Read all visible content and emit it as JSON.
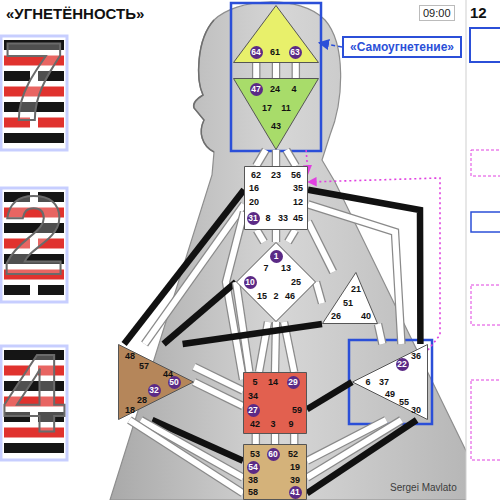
{
  "diagram": {
    "title": "«УГНЕТЁННОСТЬ»",
    "nodes": [
      {
        "text": [
          "64",
          "61",
          "63"
        ]
      },
      {
        "text": [
          "47",
          "24",
          "4",
          "17",
          "11",
          "43"
        ]
      },
      {
        "text": [
          "62",
          "23",
          "56",
          "16",
          "35",
          "20",
          "12",
          "31",
          "8",
          "33",
          "45"
        ]
      },
      {
        "text": [
          "1",
          "7",
          "13",
          "10",
          "25",
          "15",
          "2",
          "46"
        ]
      },
      {
        "text": [
          "21",
          "51",
          "26",
          "40"
        ]
      },
      {
        "text": [
          "48",
          "57",
          "44",
          "50",
          "32",
          "28",
          "18"
        ]
      },
      {
        "text": [
          "36",
          "22",
          "6",
          "37",
          "49",
          "55",
          "30"
        ]
      },
      {
        "text": [
          "5",
          "14",
          "29",
          "34",
          "27",
          "59",
          "42",
          "3",
          "9"
        ]
      },
      {
        "text": [
          "53",
          "60",
          "52",
          "54",
          "19",
          "38",
          "39",
          "58",
          "41"
        ]
      },
      {
        "text": [
          "«Самоугнетение»"
        ]
      }
    ],
    "edges": [
      {
        "from": 0,
        "to": 1,
        "arrow": "none"
      },
      {
        "from": 0,
        "to": 1,
        "arrow": "none"
      },
      {
        "from": 0,
        "to": 1,
        "arrow": "none"
      },
      {
        "from": 1,
        "to": 2,
        "arrow": "none"
      },
      {
        "from": 1,
        "to": 2,
        "arrow": "none"
      },
      {
        "from": 1,
        "to": 2,
        "arrow": "none"
      },
      {
        "from": 2,
        "to": 3,
        "arrow": "none"
      },
      {
        "from": 2,
        "to": 3,
        "arrow": "none"
      },
      {
        "from": 2,
        "to": 3,
        "arrow": "none"
      },
      {
        "from": 2,
        "to": 4,
        "arrow": "none"
      },
      {
        "from": 2,
        "to": 6,
        "arrow": "none"
      },
      {
        "from": 2,
        "to": 6,
        "arrow": "none"
      },
      {
        "from": 2,
        "to": 5,
        "arrow": "none"
      },
      {
        "from": 2,
        "to": 5,
        "arrow": "none"
      },
      {
        "from": 2,
        "to": 7,
        "arrow": "none"
      },
      {
        "from": 3,
        "to": 5,
        "arrow": "none"
      },
      {
        "from": 3,
        "to": 7,
        "arrow": "none"
      },
      {
        "from": 3,
        "to": 4,
        "arrow": "none"
      },
      {
        "from": 3,
        "to": 7,
        "arrow": "none"
      },
      {
        "from": 3,
        "to": 7,
        "arrow": "none"
      },
      {
        "from": 3,
        "to": 7,
        "arrow": "none"
      },
      {
        "from": 4,
        "to": 5,
        "arrow": "none"
      },
      {
        "from": 4,
        "to": 6,
        "arrow": "none"
      },
      {
        "from": 5,
        "to": 7,
        "arrow": "none"
      },
      {
        "from": 5,
        "to": 7,
        "arrow": "none"
      },
      {
        "from": 6,
        "to": 7,
        "arrow": "none"
      },
      {
        "from": 5,
        "to": 8,
        "arrow": "none"
      },
      {
        "from": 5,
        "to": 8,
        "arrow": "none"
      },
      {
        "from": 5,
        "to": 8,
        "arrow": "none"
      },
      {
        "from": 7,
        "to": 8,
        "arrow": "none"
      },
      {
        "from": 7,
        "to": 8,
        "arrow": "none"
      },
      {
        "from": 7,
        "to": 8,
        "arrow": "none"
      },
      {
        "from": 6,
        "to": 8,
        "arrow": "none"
      },
      {
        "from": 6,
        "to": 8,
        "arrow": "none"
      },
      {
        "from": 6,
        "to": 8,
        "arrow": "none"
      },
      {
        "from": 1,
        "to": 2,
        "arrow": "to"
      },
      {
        "from": 6,
        "to": 2,
        "arrow": "to"
      },
      {
        "from": 9,
        "to": 0,
        "arrow": "to"
      }
    ],
    "labels": [
      "7",
      "2",
      "4",
      "09:00",
      "12",
      "Sergei Mavlato"
    ]
  }
}
